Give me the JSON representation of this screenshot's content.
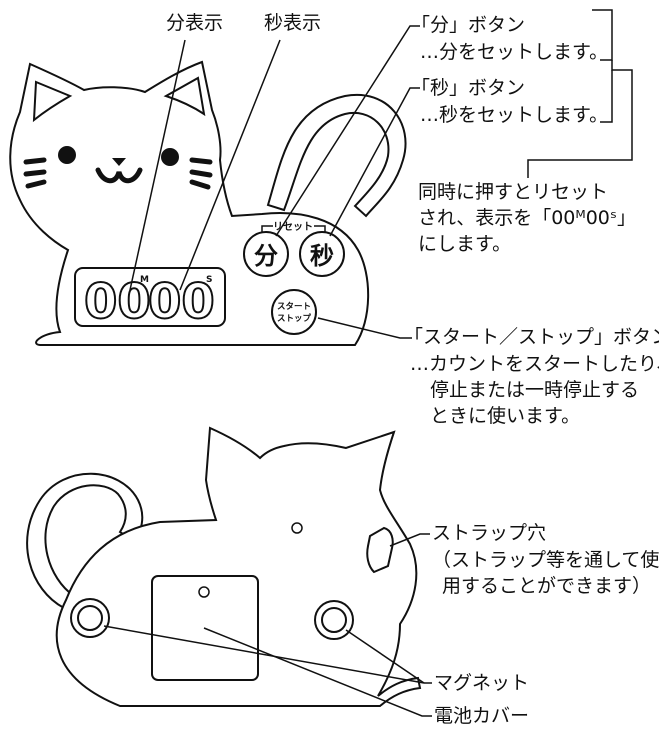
{
  "labels": {
    "minute_display": "分表示",
    "second_display": "秒表示",
    "minute_button_title": "「分」ボタン",
    "minute_button_desc": "…分をセットします。",
    "second_button_title": "「秒」ボタン",
    "second_button_desc": "…秒をセットします。",
    "reset_note_1": "同時に押すとリセット",
    "reset_note_2": "され、表示を「00ᴹ00ˢ」",
    "reset_note_3": "にします。",
    "startstop_title": "「スタート／ストップ」ボタン",
    "startstop_desc_1": "…カウントをスタートしたり、",
    "startstop_desc_2": "停止または一時停止する",
    "startstop_desc_3": "ときに使います。",
    "strap_hole": "ストラップ穴",
    "strap_note_1": "（ストラップ等を通して使",
    "strap_note_2": "用することができます）",
    "magnet": "マグネット",
    "battery_cover": "電池カバー"
  },
  "device": {
    "display_minutes": "00",
    "display_seconds": "00",
    "unit_minute": "M",
    "unit_second": "S",
    "reset_caption": "リセット",
    "button_minute": "分",
    "button_second": "秒",
    "startstop_line1": "スタート",
    "startstop_line2": "ストップ"
  }
}
